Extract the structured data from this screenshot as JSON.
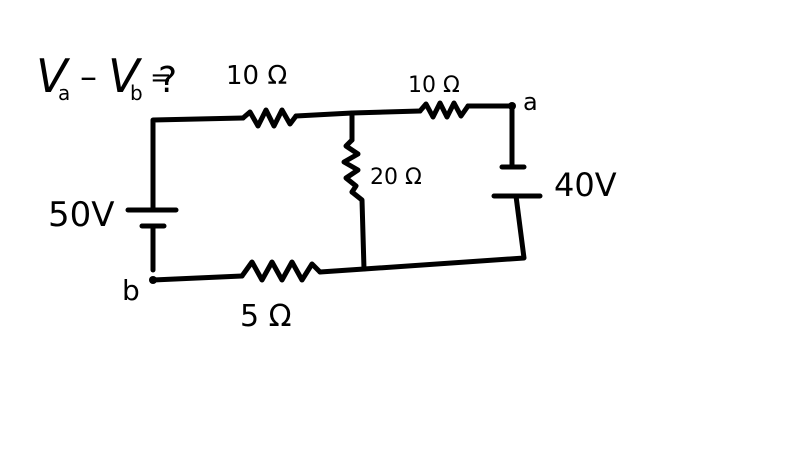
{
  "question": "Va - Vb = ?",
  "question_parts": {
    "v1": "V",
    "sub_a": "a",
    "minus": "–",
    "v2": "V",
    "sub_b": "b",
    "equals": "=",
    "q": "?"
  },
  "resistors": [
    {
      "id": "r-top-left",
      "value": "10 Ω"
    },
    {
      "id": "r-top-right",
      "value": "10 Ω"
    },
    {
      "id": "r-middle",
      "value": "20 Ω"
    },
    {
      "id": "r-bottom",
      "value": "5 Ω"
    }
  ],
  "sources": [
    {
      "id": "battery-left",
      "value": "50V"
    },
    {
      "id": "battery-right",
      "value": "40V"
    }
  ],
  "nodes": {
    "a": "a",
    "b": "b"
  }
}
